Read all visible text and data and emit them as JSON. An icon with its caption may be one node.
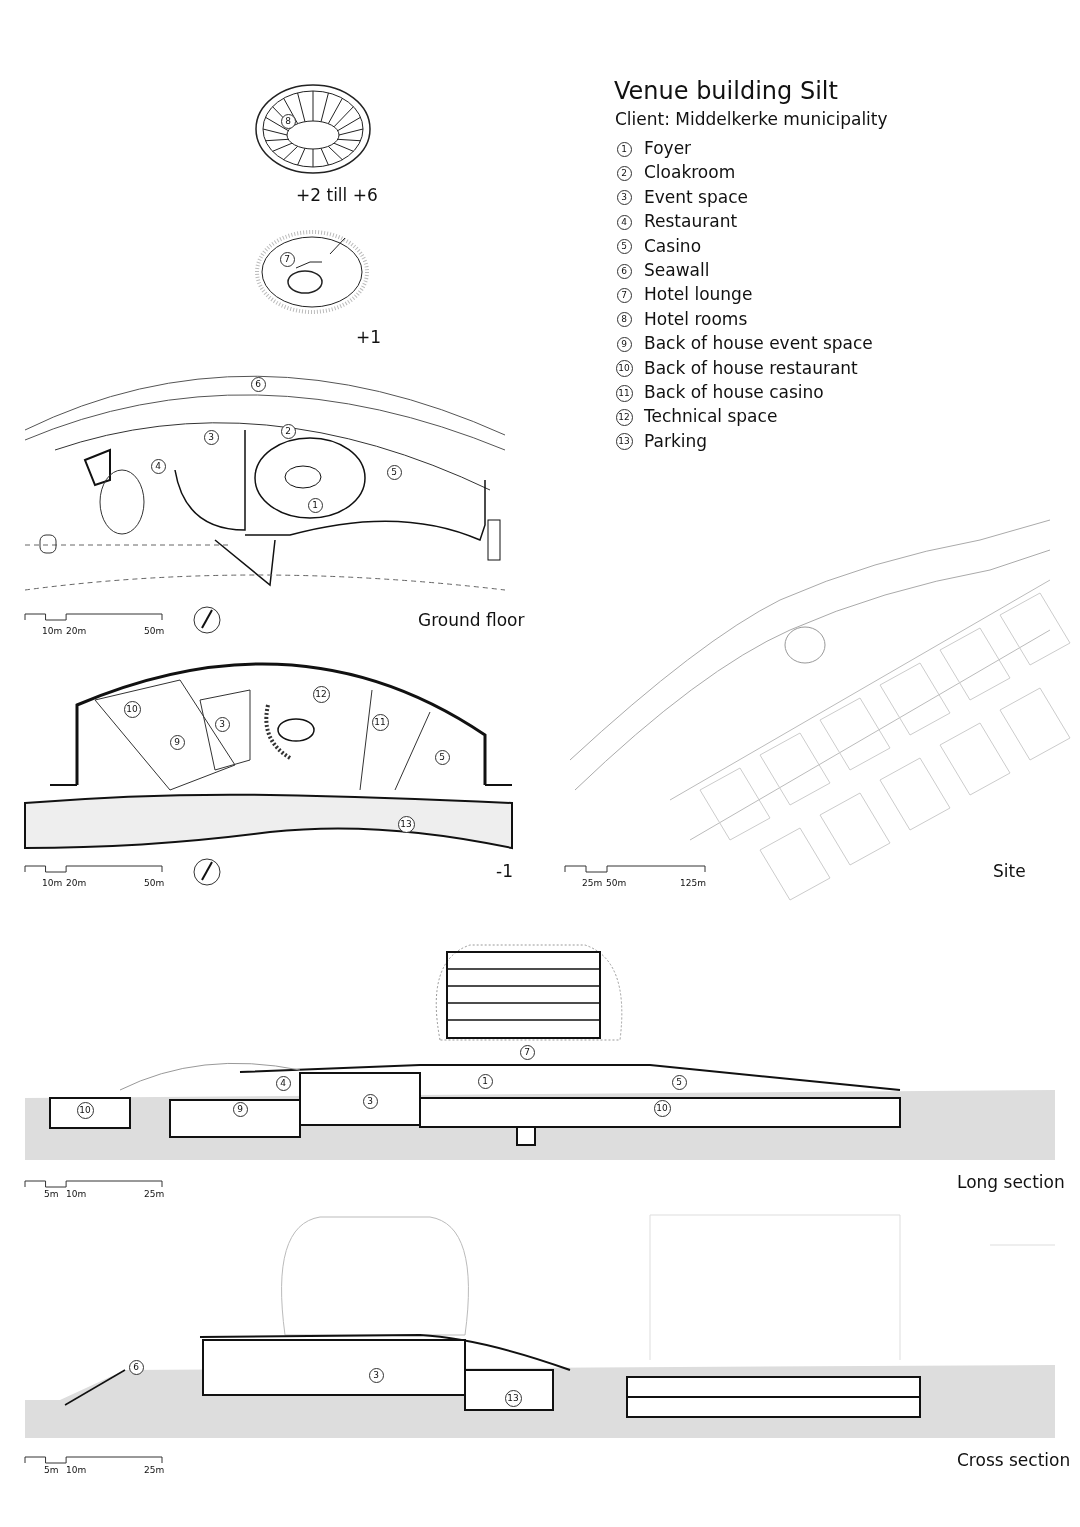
{
  "diagram": {
    "title": "Venue building Silt",
    "labels": [
      "Client: Middelkerke municipality",
      "1",
      "Foyer",
      "2",
      "Cloakroom",
      "3",
      "Event space",
      "4",
      "Restaurant",
      "5",
      "Casino",
      "6",
      "Seawall",
      "7",
      "Hotel lounge",
      "8",
      "Hotel rooms",
      "9",
      "Back of house event space",
      "10",
      "Back of house restaurant",
      "11",
      "Back of house casino",
      "12",
      "Technical space",
      "13",
      "Parking",
      "8",
      "+2 till +6",
      "7",
      "+1",
      "6",
      "2",
      "3",
      "4",
      "5",
      "1",
      "10m",
      "20m",
      "50m",
      "Ground floor",
      "12",
      "10",
      "3",
      "11",
      "9",
      "5",
      "13",
      "10m",
      "20m",
      "50m",
      "-1",
      "25m",
      "50m",
      "125m",
      "Site",
      "7",
      "4",
      "1",
      "5",
      "10",
      "9",
      "3",
      "10",
      "5m",
      "10m",
      "25m",
      "Long section",
      "6",
      "3",
      "13",
      "5m",
      "10m",
      "25m",
      "Cross section"
    ]
  }
}
